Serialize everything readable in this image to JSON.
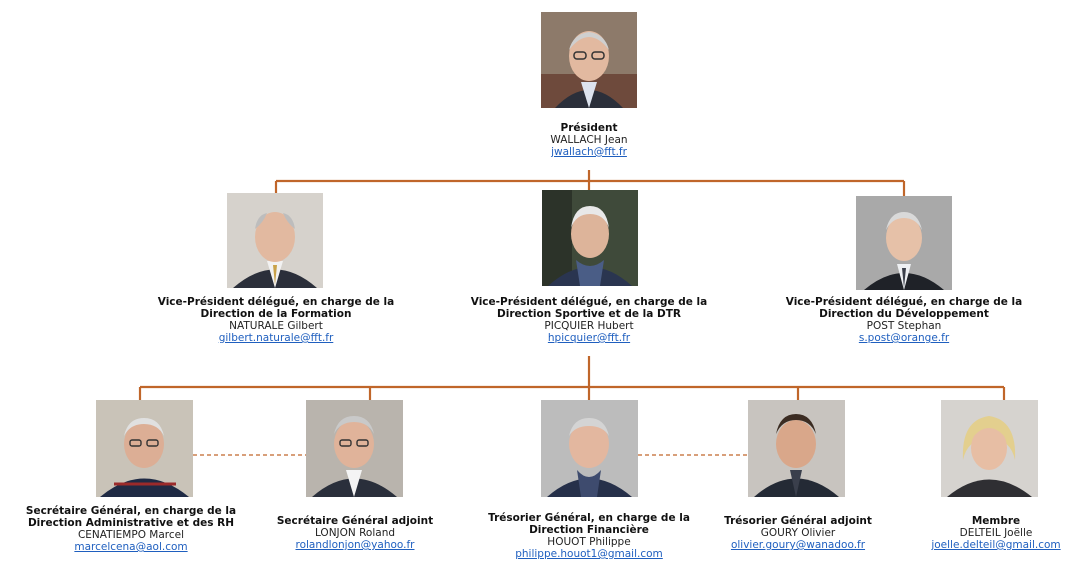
{
  "members": {
    "president": {
      "role": "Président",
      "name": "WALLACH Jean",
      "email": "jwallach@fft.fr"
    },
    "vp_formation": {
      "role": "Vice-Président délégué, en charge de la Direction de la Formation",
      "name": "NATURALE Gilbert",
      "email": "gilbert.naturale@fft.fr"
    },
    "vp_sportive": {
      "role": "Vice-Président délégué, en charge de la Direction Sportive et de la DTR",
      "name": "PICQUIER Hubert",
      "email": "hpicquier@fft.fr"
    },
    "vp_developpement": {
      "role": "Vice-Président délégué, en charge de la Direction du Développement",
      "name": "POST Stephan",
      "email": "s.post@orange.fr"
    },
    "secretaire_general": {
      "role": "Secrétaire Général, en charge de la Direction Administrative et des RH",
      "name": "CENATIEMPO Marcel",
      "email": "marcelcena@aol.com"
    },
    "secretaire_adjoint": {
      "role": "Secrétaire Général adjoint",
      "name": "LONJON Roland",
      "email": "rolandlonjon@yahoo.fr"
    },
    "tresorier_general": {
      "role": "Trésorier Général, en charge de la Direction Financière",
      "name": "HOUOT Philippe",
      "email": "philippe.houot1@gmail.com"
    },
    "tresorier_adjoint": {
      "role": "Trésorier Général adjoint",
      "name": "GOURY Olivier",
      "email": "olivier.goury@wanadoo.fr"
    },
    "membre": {
      "role": "Membre",
      "name": "DELTEIL Joëlle",
      "email": "joelle.delteil@gmail.com"
    }
  },
  "colors": {
    "connector": "#c0662a",
    "link": "#1f5fbf",
    "suit": "#2e3440",
    "skin": "#e2b9a0",
    "hair_grey": "#bdbdbd",
    "hair_blond": "#e3cf8e"
  }
}
